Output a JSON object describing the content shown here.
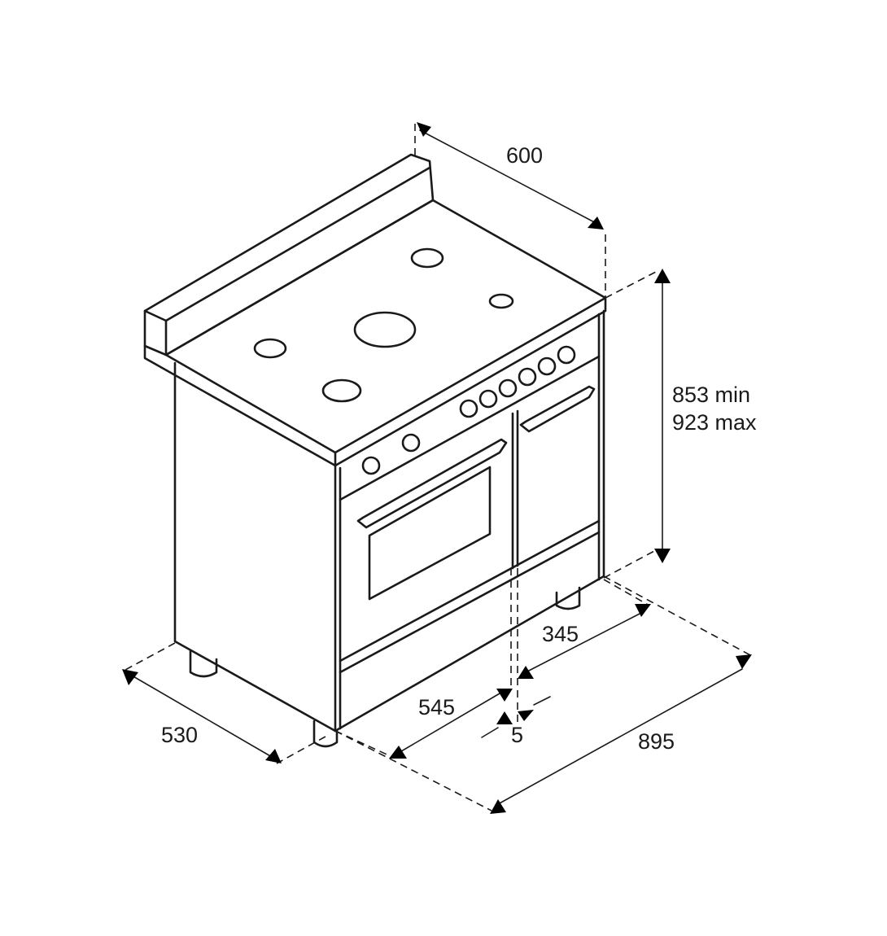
{
  "dimensions": {
    "depth_top": "600",
    "height_min": "853 min",
    "height_max": "923 max",
    "side_depth": "530",
    "front_depth": "545",
    "small_door": "345",
    "gap": "5",
    "total_width": "895"
  },
  "colors": {
    "line": "#1a1a1a",
    "background": "#ffffff"
  }
}
